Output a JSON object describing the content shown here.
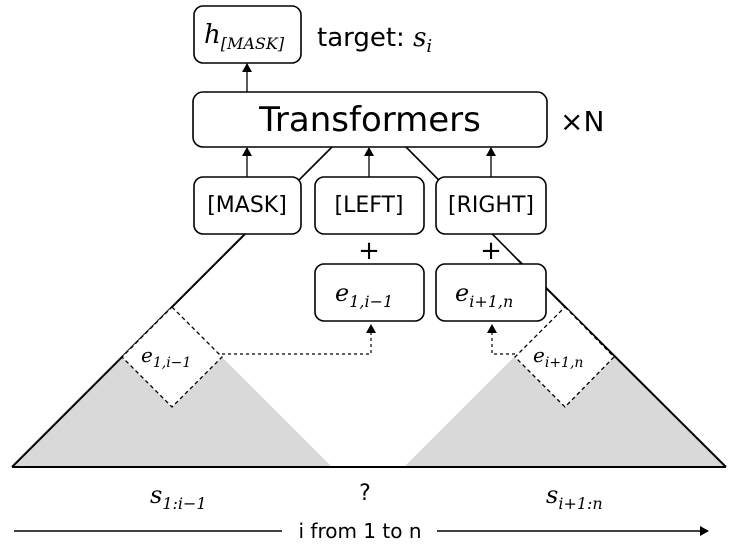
{
  "output_box": {
    "base": "h",
    "sub": "[MASK]"
  },
  "target": {
    "prefix": "target: ",
    "base": "s",
    "sub": "i"
  },
  "transformers": {
    "label": "Transformers",
    "repeat": "×N"
  },
  "tokens": {
    "mask": "[MASK]",
    "left": "[LEFT]",
    "right": "[RIGHT]"
  },
  "plus": "+",
  "emb_left": {
    "base": "e",
    "sub": "1,i−1"
  },
  "emb_right": {
    "base": "e",
    "sub": "i+1,n"
  },
  "diamond_left": {
    "base": "e",
    "sub": "1,i−1"
  },
  "diamond_right": {
    "base": "e",
    "sub": "i+1,n"
  },
  "bottom": {
    "left": {
      "base": "s",
      "sub": "1:i−1"
    },
    "middle": "?",
    "right": {
      "base": "s",
      "sub": "i+1:n"
    }
  },
  "axis_label": "i from 1 to n"
}
